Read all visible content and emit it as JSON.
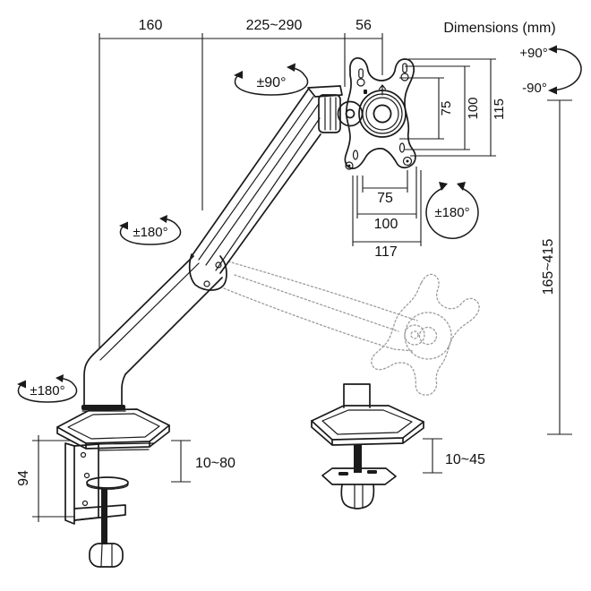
{
  "title": "Dimensions (mm)",
  "dims": {
    "top_back": "160",
    "top_reach": "225~290",
    "top_head": "56",
    "vesa_v75": "75",
    "vesa_v100": "100",
    "vesa_v115": "115",
    "vesa_h75": "75",
    "vesa_h100": "100",
    "vesa_h117": "117",
    "height_range": "165~415",
    "clamp_height": "94",
    "clamp_desk_range": "10~80",
    "grommet_desk_range": "10~45"
  },
  "rotation": {
    "head_swivel": "±90°",
    "plate": "±180°",
    "elbow": "±180°",
    "base": "±180°",
    "tilt_up": "+90°",
    "tilt_down": "-90°"
  },
  "colors": {
    "line": "#1a1a1a",
    "ghost": "#9b9b9b",
    "bg": "#ffffff"
  }
}
